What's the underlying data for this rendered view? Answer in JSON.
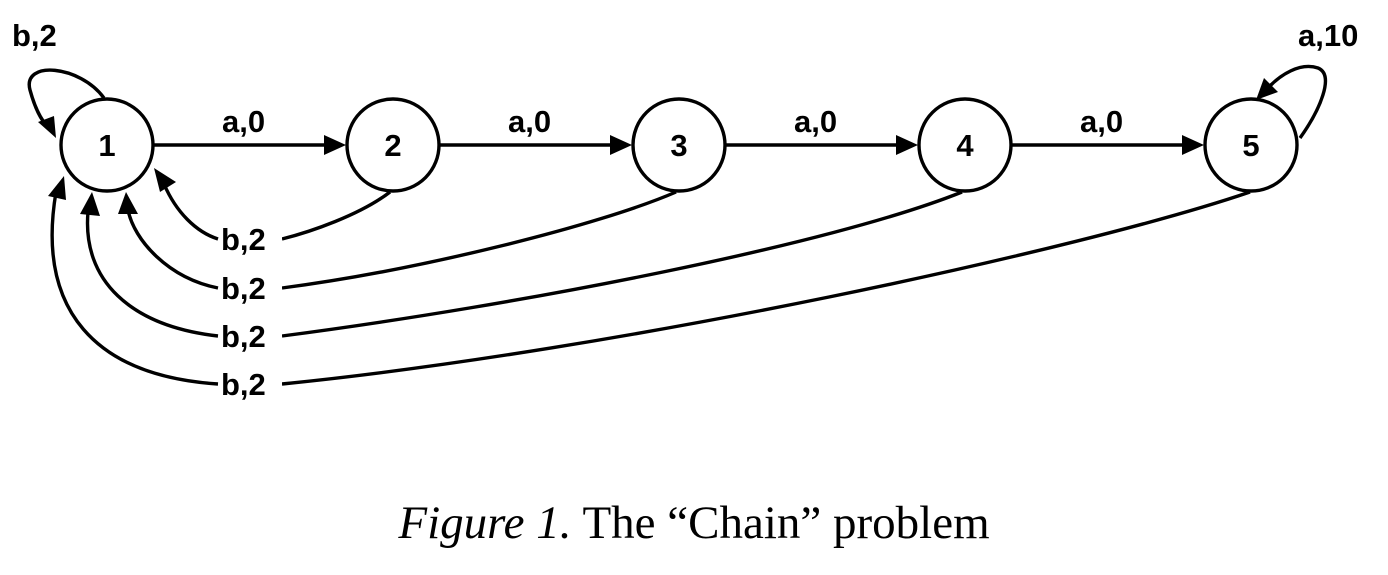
{
  "nodes": [
    {
      "id": "1",
      "label": "1"
    },
    {
      "id": "2",
      "label": "2"
    },
    {
      "id": "3",
      "label": "3"
    },
    {
      "id": "4",
      "label": "4"
    },
    {
      "id": "5",
      "label": "5"
    }
  ],
  "edges": [
    {
      "from": "1",
      "to": "1",
      "label": "b,2"
    },
    {
      "from": "1",
      "to": "2",
      "label": "a,0"
    },
    {
      "from": "2",
      "to": "3",
      "label": "a,0"
    },
    {
      "from": "3",
      "to": "4",
      "label": "a,0"
    },
    {
      "from": "4",
      "to": "5",
      "label": "a,0"
    },
    {
      "from": "5",
      "to": "5",
      "label": "a,10"
    },
    {
      "from": "2",
      "to": "1",
      "label": "b,2"
    },
    {
      "from": "3",
      "to": "1",
      "label": "b,2"
    },
    {
      "from": "4",
      "to": "1",
      "label": "b,2"
    },
    {
      "from": "5",
      "to": "1",
      "label": "b,2"
    }
  ],
  "caption": {
    "label": "Figure 1.",
    "text": " The “Chain” problem"
  },
  "colors": {
    "stroke": "#000000",
    "background": "#ffffff"
  }
}
